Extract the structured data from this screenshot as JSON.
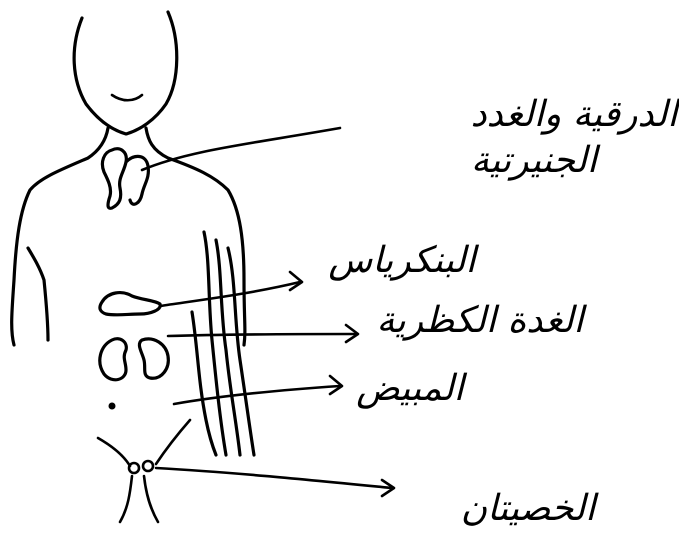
{
  "labels": {
    "thyroid": [
      "الدرقية والغدد",
      "الجنيرتية"
    ],
    "pancreas": "البنكرياس",
    "adrenal": "الغدة الكظرية",
    "ovary": "المبيض",
    "testes": "الخصيتان"
  },
  "colors": {
    "ink": "#000000",
    "background": "#ffffff"
  }
}
